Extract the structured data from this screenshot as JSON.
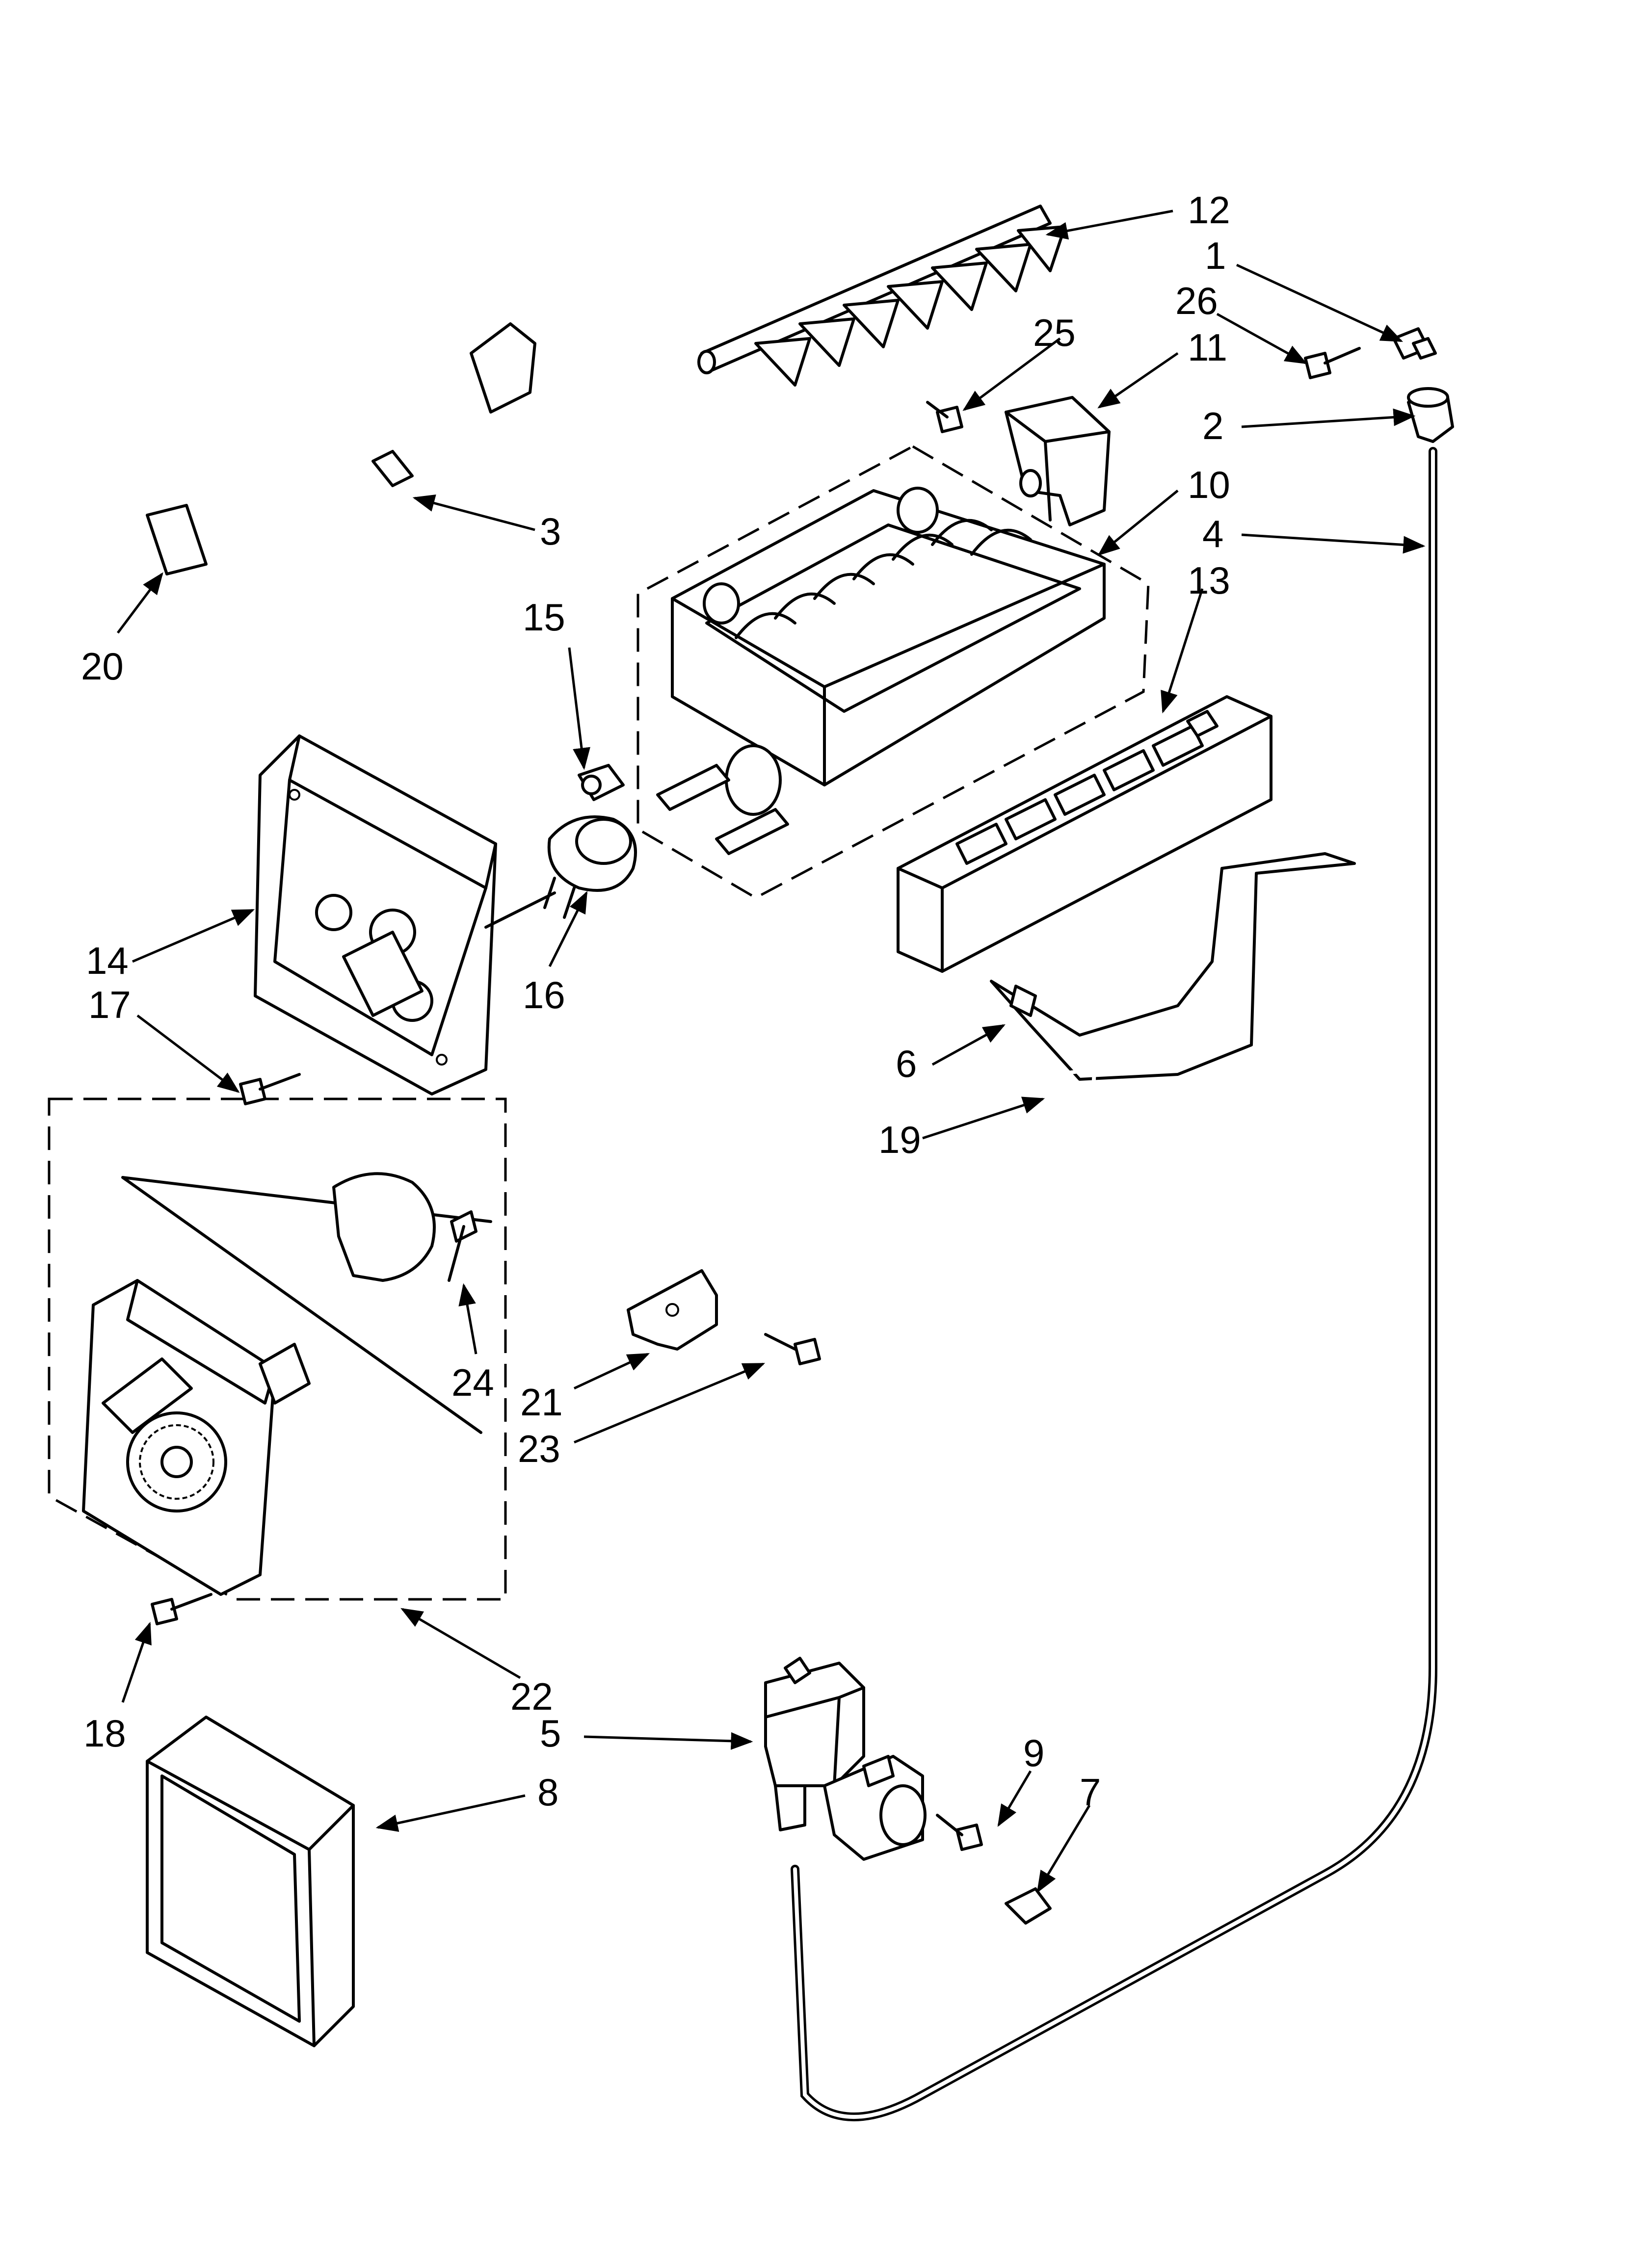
{
  "callouts": [
    {
      "id": "12",
      "label": "12"
    },
    {
      "id": "1",
      "label": "1"
    },
    {
      "id": "26",
      "label": "26"
    },
    {
      "id": "25",
      "label": "25"
    },
    {
      "id": "11",
      "label": "11"
    },
    {
      "id": "2",
      "label": "2"
    },
    {
      "id": "10",
      "label": "10"
    },
    {
      "id": "4",
      "label": "4"
    },
    {
      "id": "3",
      "label": "3"
    },
    {
      "id": "13",
      "label": "13"
    },
    {
      "id": "15",
      "label": "15"
    },
    {
      "id": "20",
      "label": "20"
    },
    {
      "id": "14",
      "label": "14"
    },
    {
      "id": "16",
      "label": "16"
    },
    {
      "id": "17",
      "label": "17"
    },
    {
      "id": "6",
      "label": "6"
    },
    {
      "id": "19",
      "label": "19"
    },
    {
      "id": "24",
      "label": "24"
    },
    {
      "id": "21",
      "label": "21"
    },
    {
      "id": "23",
      "label": "23"
    },
    {
      "id": "22",
      "label": "22"
    },
    {
      "id": "18",
      "label": "18"
    },
    {
      "id": "5",
      "label": "5"
    },
    {
      "id": "9",
      "label": "9"
    },
    {
      "id": "7",
      "label": "7"
    },
    {
      "id": "8",
      "label": "8"
    }
  ]
}
